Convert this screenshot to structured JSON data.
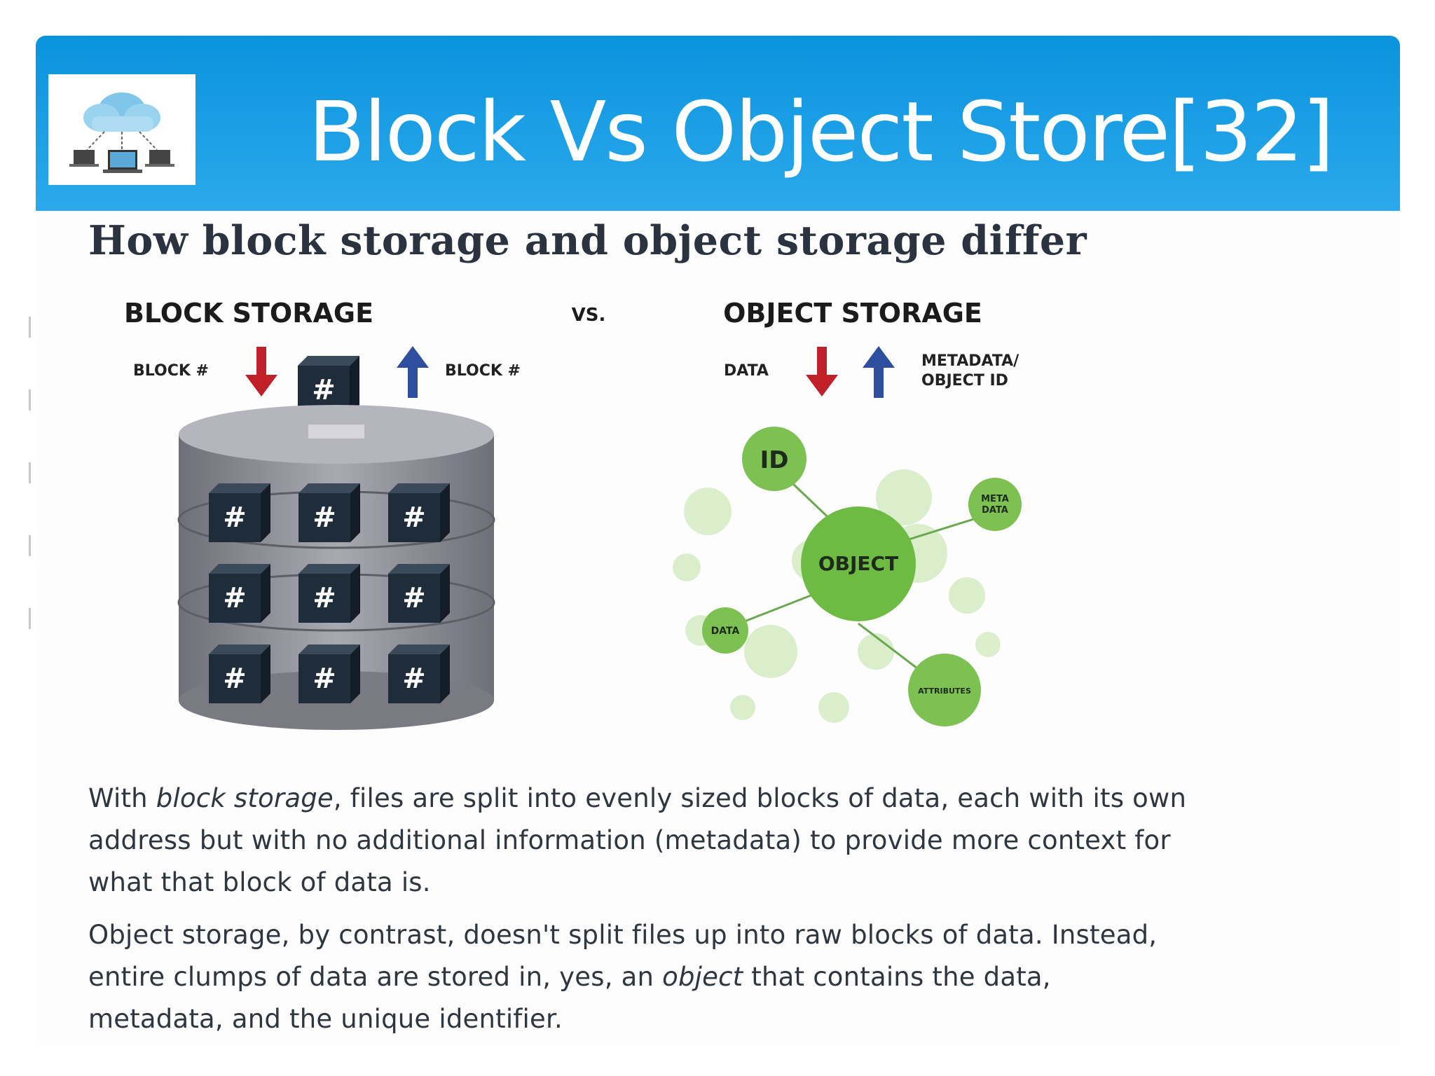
{
  "slide": {
    "title": "Block Vs Object Store[32]",
    "logo_icon": "cloud-network-icon"
  },
  "figure": {
    "heading": "How block storage and object storage differ",
    "block": {
      "title": "BLOCK STORAGE",
      "in_label": "BLOCK #",
      "out_label": "BLOCK #",
      "block_glyph": "#"
    },
    "vs_label": "VS.",
    "object": {
      "title": "OBJECT STORAGE",
      "in_label": "DATA",
      "out_label_line1": "METADATA/",
      "out_label_line2": "OBJECT ID",
      "center_label": "OBJECT",
      "id_label": "ID",
      "meta_line1": "META",
      "meta_line2": "DATA",
      "data_label": "DATA",
      "attributes_label": "ATTRIBUTES"
    },
    "colors": {
      "down_arrow": "#c0202a",
      "up_arrow": "#2e4f9e",
      "cube": "#1f2c3a",
      "cylinder": "#8c8c94",
      "node_green": "#7cc152"
    }
  },
  "text": {
    "p1_em": "block storage",
    "p1_rest1": ", files are split into evenly sized blocks of data, each with its own",
    "p1_line2": "address but with no additional information (metadata) to provide more context for",
    "p1_line3": "what that block of data is.",
    "p1_prefix": "With ",
    "p2_line1": "Object storage, by contrast, doesn't split files up into raw blocks of data. Instead,",
    "p2_line2_pre": "entire clumps of data are stored in, yes, an ",
    "p2_em": "object",
    "p2_line2_post": " that contains the data,",
    "p2_line3": "metadata, and the unique identifier."
  }
}
